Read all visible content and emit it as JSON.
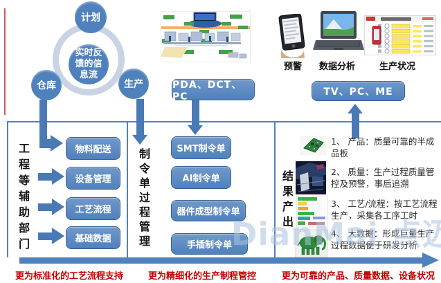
{
  "watermark": "DianMai 点迈",
  "cycle": {
    "top": "计划",
    "center": "实时反馈的信息流",
    "left": "仓库",
    "right": "生产"
  },
  "collection": {
    "button_label": "PDA、DCT、PC"
  },
  "display": {
    "device_labels": [
      "预警",
      "数据分析",
      "生产状况"
    ],
    "button_label": "TV、PC、ME"
  },
  "columns": {
    "engineering": {
      "title": "工程等辅助部门",
      "items": [
        "物料配送",
        "设备管理",
        "工艺流程",
        "基础数据"
      ]
    },
    "work_orders": {
      "title": "制令单过程管理",
      "items": [
        "SMT制令单",
        "AI制令单",
        "器件成型制令单",
        "手插制令单"
      ]
    },
    "results": {
      "title": "结果产出",
      "items": [
        "1、 产品：质量可靠的半成品板",
        "2、 质量：生产过程质量管控及预警，事后追溯",
        "3、 工艺/流程：按工艺流程生产，采集各工序工时",
        "4、 大数据：形成巨量生产过程数据便于研发分析"
      ]
    }
  },
  "footer": {
    "captions": [
      "更为标准化的工艺流程支持",
      "更为精细化的生产制程管控",
      "更为可靠的产品、质量数据、设备状况"
    ]
  },
  "colors": {
    "accent_blue": "#4f81bd",
    "ring_gray_blue": "#c9d3e3",
    "caption_red": "#c00000"
  }
}
